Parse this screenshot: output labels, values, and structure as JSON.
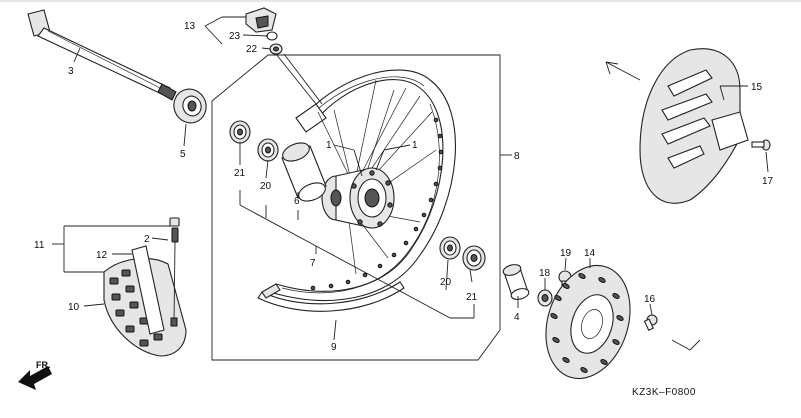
{
  "diagram": {
    "drawing_code": "KZ3K–F0800",
    "front_indicator": "FR.",
    "callouts": [
      {
        "id": "c1a",
        "text": "1"
      },
      {
        "id": "c1b",
        "text": "1"
      },
      {
        "id": "c2",
        "text": "2"
      },
      {
        "id": "c3",
        "text": "3"
      },
      {
        "id": "c4",
        "text": "4"
      },
      {
        "id": "c5",
        "text": "5"
      },
      {
        "id": "c6",
        "text": "6"
      },
      {
        "id": "c7",
        "text": "7"
      },
      {
        "id": "c8",
        "text": "8"
      },
      {
        "id": "c9",
        "text": "9"
      },
      {
        "id": "c10",
        "text": "10"
      },
      {
        "id": "c11",
        "text": "11"
      },
      {
        "id": "c12",
        "text": "12"
      },
      {
        "id": "c13",
        "text": "13"
      },
      {
        "id": "c14",
        "text": "14"
      },
      {
        "id": "c15",
        "text": "15"
      },
      {
        "id": "c16",
        "text": "16"
      },
      {
        "id": "c17",
        "text": "17"
      },
      {
        "id": "c18",
        "text": "18"
      },
      {
        "id": "c19",
        "text": "19"
      },
      {
        "id": "c20a",
        "text": "20"
      },
      {
        "id": "c20b",
        "text": "20"
      },
      {
        "id": "c21a",
        "text": "21"
      },
      {
        "id": "c21b",
        "text": "21"
      },
      {
        "id": "c22",
        "text": "22"
      },
      {
        "id": "c23",
        "text": "23"
      }
    ]
  }
}
